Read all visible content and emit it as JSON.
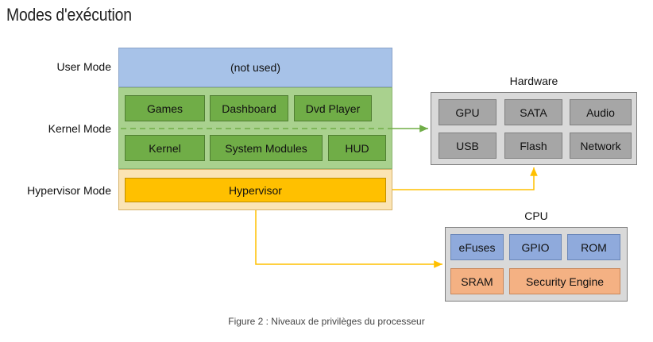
{
  "title": "Modes d'exécution",
  "modes": {
    "user": "User Mode",
    "kernel": "Kernel Mode",
    "hypervisor": "Hypervisor Mode"
  },
  "user_band": {
    "label": "(not used)"
  },
  "kernel_band": {
    "row1": [
      "Games",
      "Dashboard",
      "Dvd Player"
    ],
    "row2": [
      "Kernel",
      "System Modules",
      "HUD"
    ]
  },
  "hypervisor_band": {
    "label": "Hypervisor"
  },
  "hardware": {
    "title": "Hardware",
    "items": [
      "GPU",
      "SATA",
      "Audio",
      "USB",
      "Flash",
      "Network"
    ]
  },
  "cpu": {
    "title": "CPU",
    "items": [
      "eFuses",
      "GPIO",
      "ROM",
      "SRAM",
      "Security Engine"
    ]
  },
  "caption": "Figure 2 : Niveaux de privilèges du processeur",
  "colors": {
    "user_band": "#a7c2e8",
    "kernel_band": "#a9d18e",
    "kernel_box": "#70ad47",
    "hypervisor_band": "#fbe4b5",
    "hypervisor_box": "#ffc000",
    "hardware_group": "#d9d9d9",
    "hardware_box": "#a6a6a6",
    "cpu_blue": "#8faadc",
    "cpu_salmon": "#f4b183",
    "green_arrow": "#70ad47",
    "orange_arrow": "#ffc000"
  }
}
